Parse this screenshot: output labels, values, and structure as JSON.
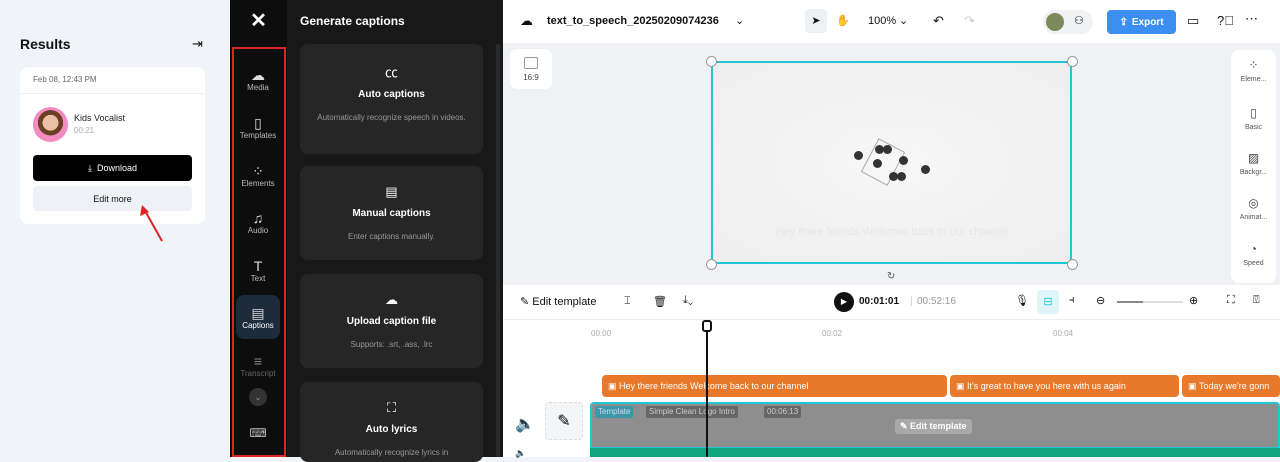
{
  "results": {
    "title": "Results",
    "date": "Feb 08, 12:43 PM",
    "voice_name": "Kids Vocalist",
    "duration": "00:21",
    "download_label": "Download",
    "edit_more_label": "Edit more"
  },
  "nav": {
    "items": [
      {
        "label": "Media",
        "icon": "cloud-upload"
      },
      {
        "label": "Templates",
        "icon": "templates"
      },
      {
        "label": "Elements",
        "icon": "elements"
      },
      {
        "label": "Audio",
        "icon": "music-note"
      },
      {
        "label": "Text",
        "icon": "text-T"
      },
      {
        "label": "Captions",
        "icon": "captions",
        "selected": true
      },
      {
        "label": "Transcript",
        "icon": "transcript"
      }
    ]
  },
  "panel": {
    "title": "Generate captions",
    "cards": [
      {
        "title": "Auto captions",
        "desc": "Automatically recognize speech in videos.",
        "icon": "CC"
      },
      {
        "title": "Manual captions",
        "desc": "Enter captions manually.",
        "icon": "subtitle"
      },
      {
        "title": "Upload caption file",
        "desc": "Supports: .srt, .ass, .lrc",
        "icon": "cloud-upload"
      },
      {
        "title": "Auto lyrics",
        "desc": "Automatically recognize lyrics in",
        "icon": "scan-music"
      }
    ]
  },
  "topbar": {
    "project_name": "text_to_speech_20250209074236",
    "zoom": "100%",
    "export_label": "Export"
  },
  "canvas": {
    "ratio": "16:9",
    "subtitle": "Hey there friends Welcome back to our channel"
  },
  "right_panel": {
    "items": [
      "Eleme...",
      "Basic",
      "Backgr...",
      "Animat...",
      "Speed"
    ]
  },
  "toolbar": {
    "edit_template": "Edit template",
    "current_time": "00:01:01",
    "total_time": "00:52:16"
  },
  "timeline": {
    "ticks": [
      "00:00",
      "00:02",
      "00:04"
    ],
    "captions": [
      "Hey there friends Welcome back to our channel",
      "It's great to have you here with us again",
      "Today we're gonn"
    ],
    "template_tag": "Template",
    "template_name": "Simple Clean Logo Intro",
    "template_duration": "00:06:13",
    "edit_template_overlay": "Edit template"
  },
  "colors": {
    "accent": "#22c6d5",
    "export": "#3b8ff0",
    "caption": "#e8792a",
    "audio": "#12a37f",
    "highlight": "#e02424"
  }
}
